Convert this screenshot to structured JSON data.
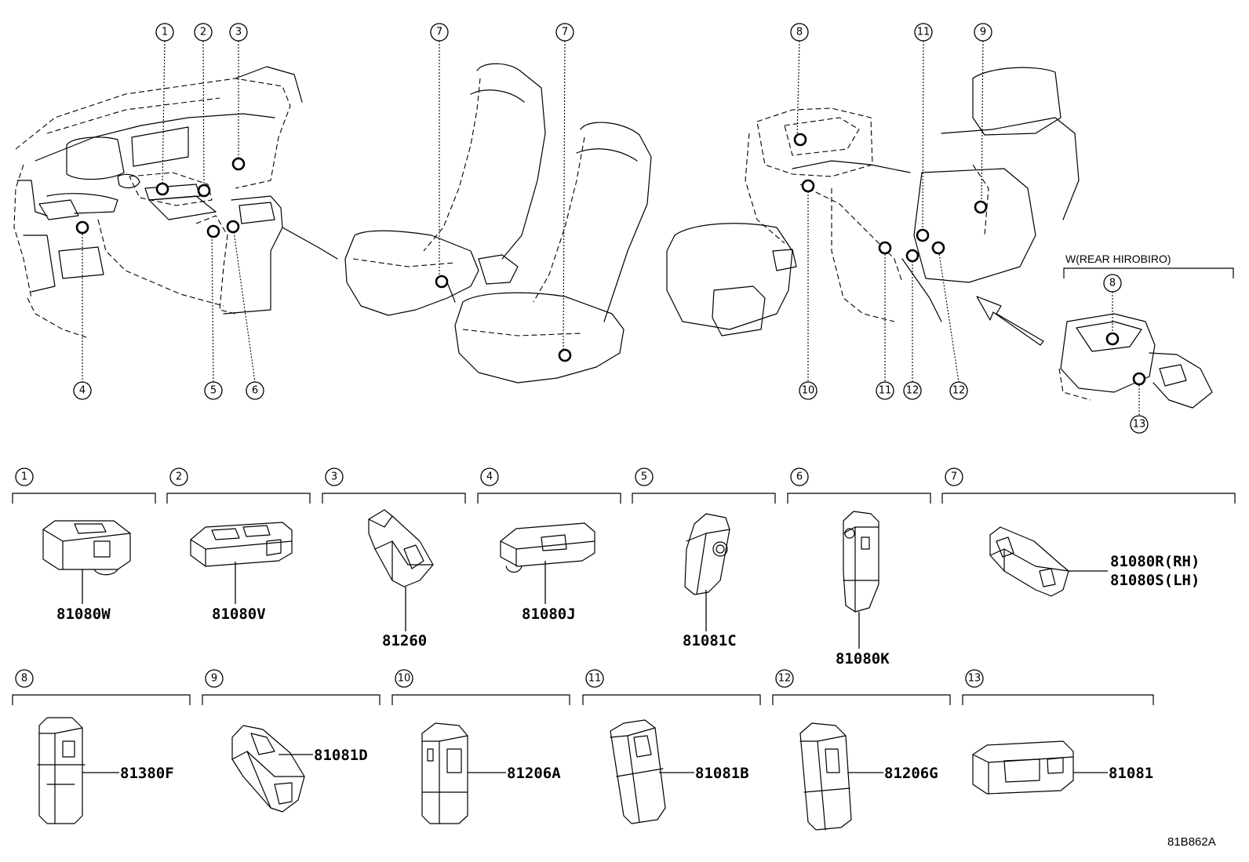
{
  "diagram": {
    "reference_code": "81B862A",
    "variant_label": "W(REAR HIROBIRO)",
    "top_callouts": [
      {
        "num": "1"
      },
      {
        "num": "2"
      },
      {
        "num": "3"
      },
      {
        "num": "4"
      },
      {
        "num": "5"
      },
      {
        "num": "6"
      },
      {
        "num": "7"
      },
      {
        "num": "7"
      },
      {
        "num": "8"
      },
      {
        "num": "11"
      },
      {
        "num": "9"
      },
      {
        "num": "10"
      },
      {
        "num": "11"
      },
      {
        "num": "12"
      },
      {
        "num": "12"
      },
      {
        "num": "8"
      },
      {
        "num": "13"
      }
    ],
    "parts": [
      {
        "ref": "1",
        "part_number": "81080W"
      },
      {
        "ref": "2",
        "part_number": "81080V"
      },
      {
        "ref": "3",
        "part_number": "81260"
      },
      {
        "ref": "4",
        "part_number": "81080J"
      },
      {
        "ref": "5",
        "part_number": "81081C"
      },
      {
        "ref": "6",
        "part_number": "81080K"
      },
      {
        "ref": "7",
        "part_number": "81080R(RH)",
        "part_number_2": "81080S(LH)"
      },
      {
        "ref": "8",
        "part_number": "81380F"
      },
      {
        "ref": "9",
        "part_number": "81081D"
      },
      {
        "ref": "10",
        "part_number": "81206A"
      },
      {
        "ref": "11",
        "part_number": "81081B"
      },
      {
        "ref": "12",
        "part_number": "81206G"
      },
      {
        "ref": "13",
        "part_number": "81081"
      }
    ]
  }
}
